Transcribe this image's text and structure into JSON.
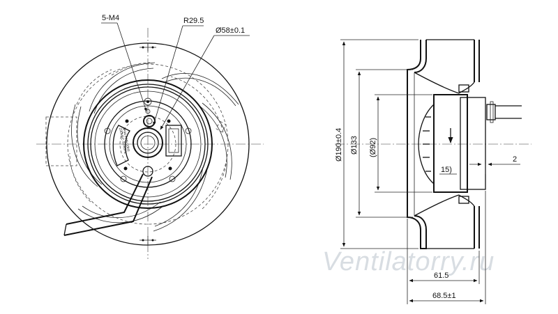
{
  "front_view": {
    "label_mount": "5-M4",
    "label_radius": "R29.5",
    "label_bore": "Ø58±0.1",
    "label_panel_top": "230VAC 50/60Hz",
    "label_panel_bottom": "IP44 PAN 60Hz"
  },
  "side_view": {
    "dim_overall_dia": "Ø190±0.4",
    "dim_inlet_dia": "Ø133",
    "dim_hub_dia": "(Ø92)",
    "dim_ref_15": "15)",
    "dim_gap": "2",
    "dim_depth_1": "61.5",
    "dim_depth_2": "68.5±1"
  },
  "watermark": "Ventilatorry.ru"
}
